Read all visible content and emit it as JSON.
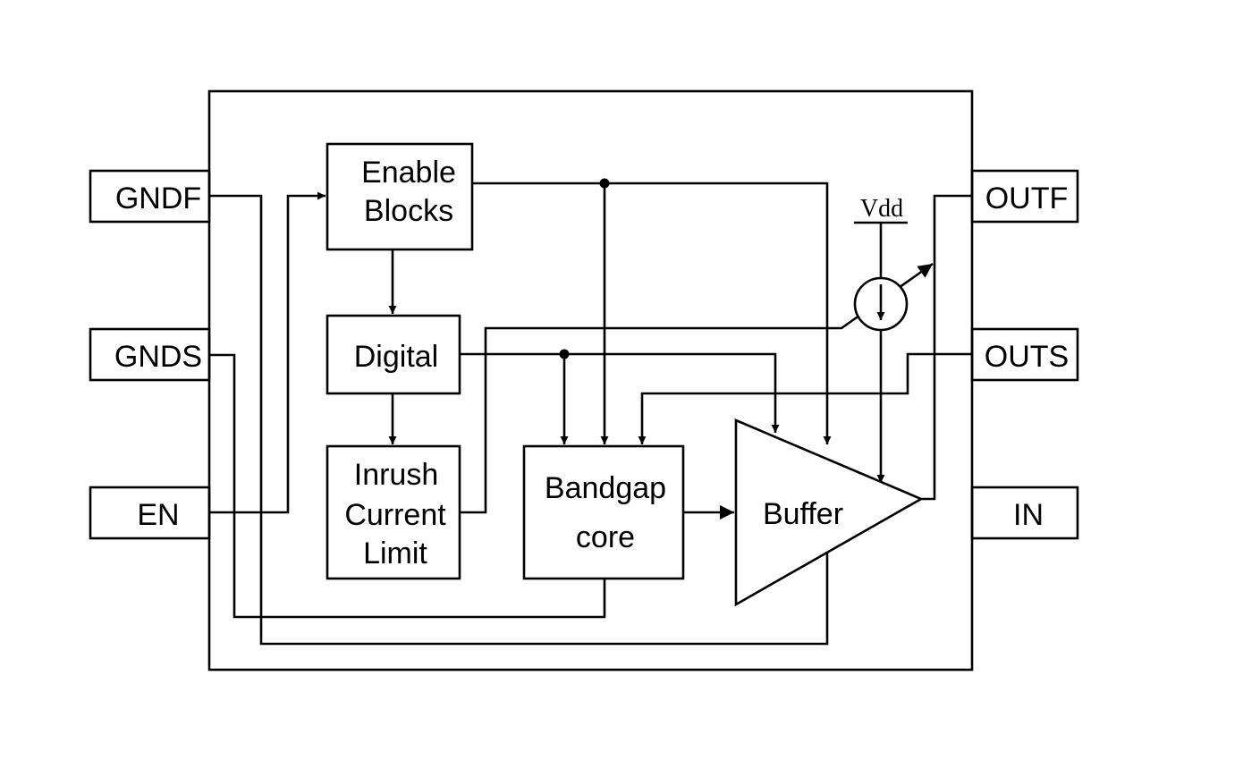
{
  "pins": {
    "gndf": "GNDF",
    "gnds": "GNDS",
    "en": "EN",
    "outf": "OUTF",
    "outs": "OUTS",
    "in": "IN"
  },
  "blocks": {
    "enable_line1": "Enable",
    "enable_line2": "Blocks",
    "digital": "Digital",
    "inrush_line1": "Inrush",
    "inrush_line2": "Current",
    "inrush_line3": "Limit",
    "bandgap_line1": "Bandgap",
    "bandgap_line2": "core",
    "buffer": "Buffer"
  },
  "supply": {
    "vdd": "Vdd"
  }
}
